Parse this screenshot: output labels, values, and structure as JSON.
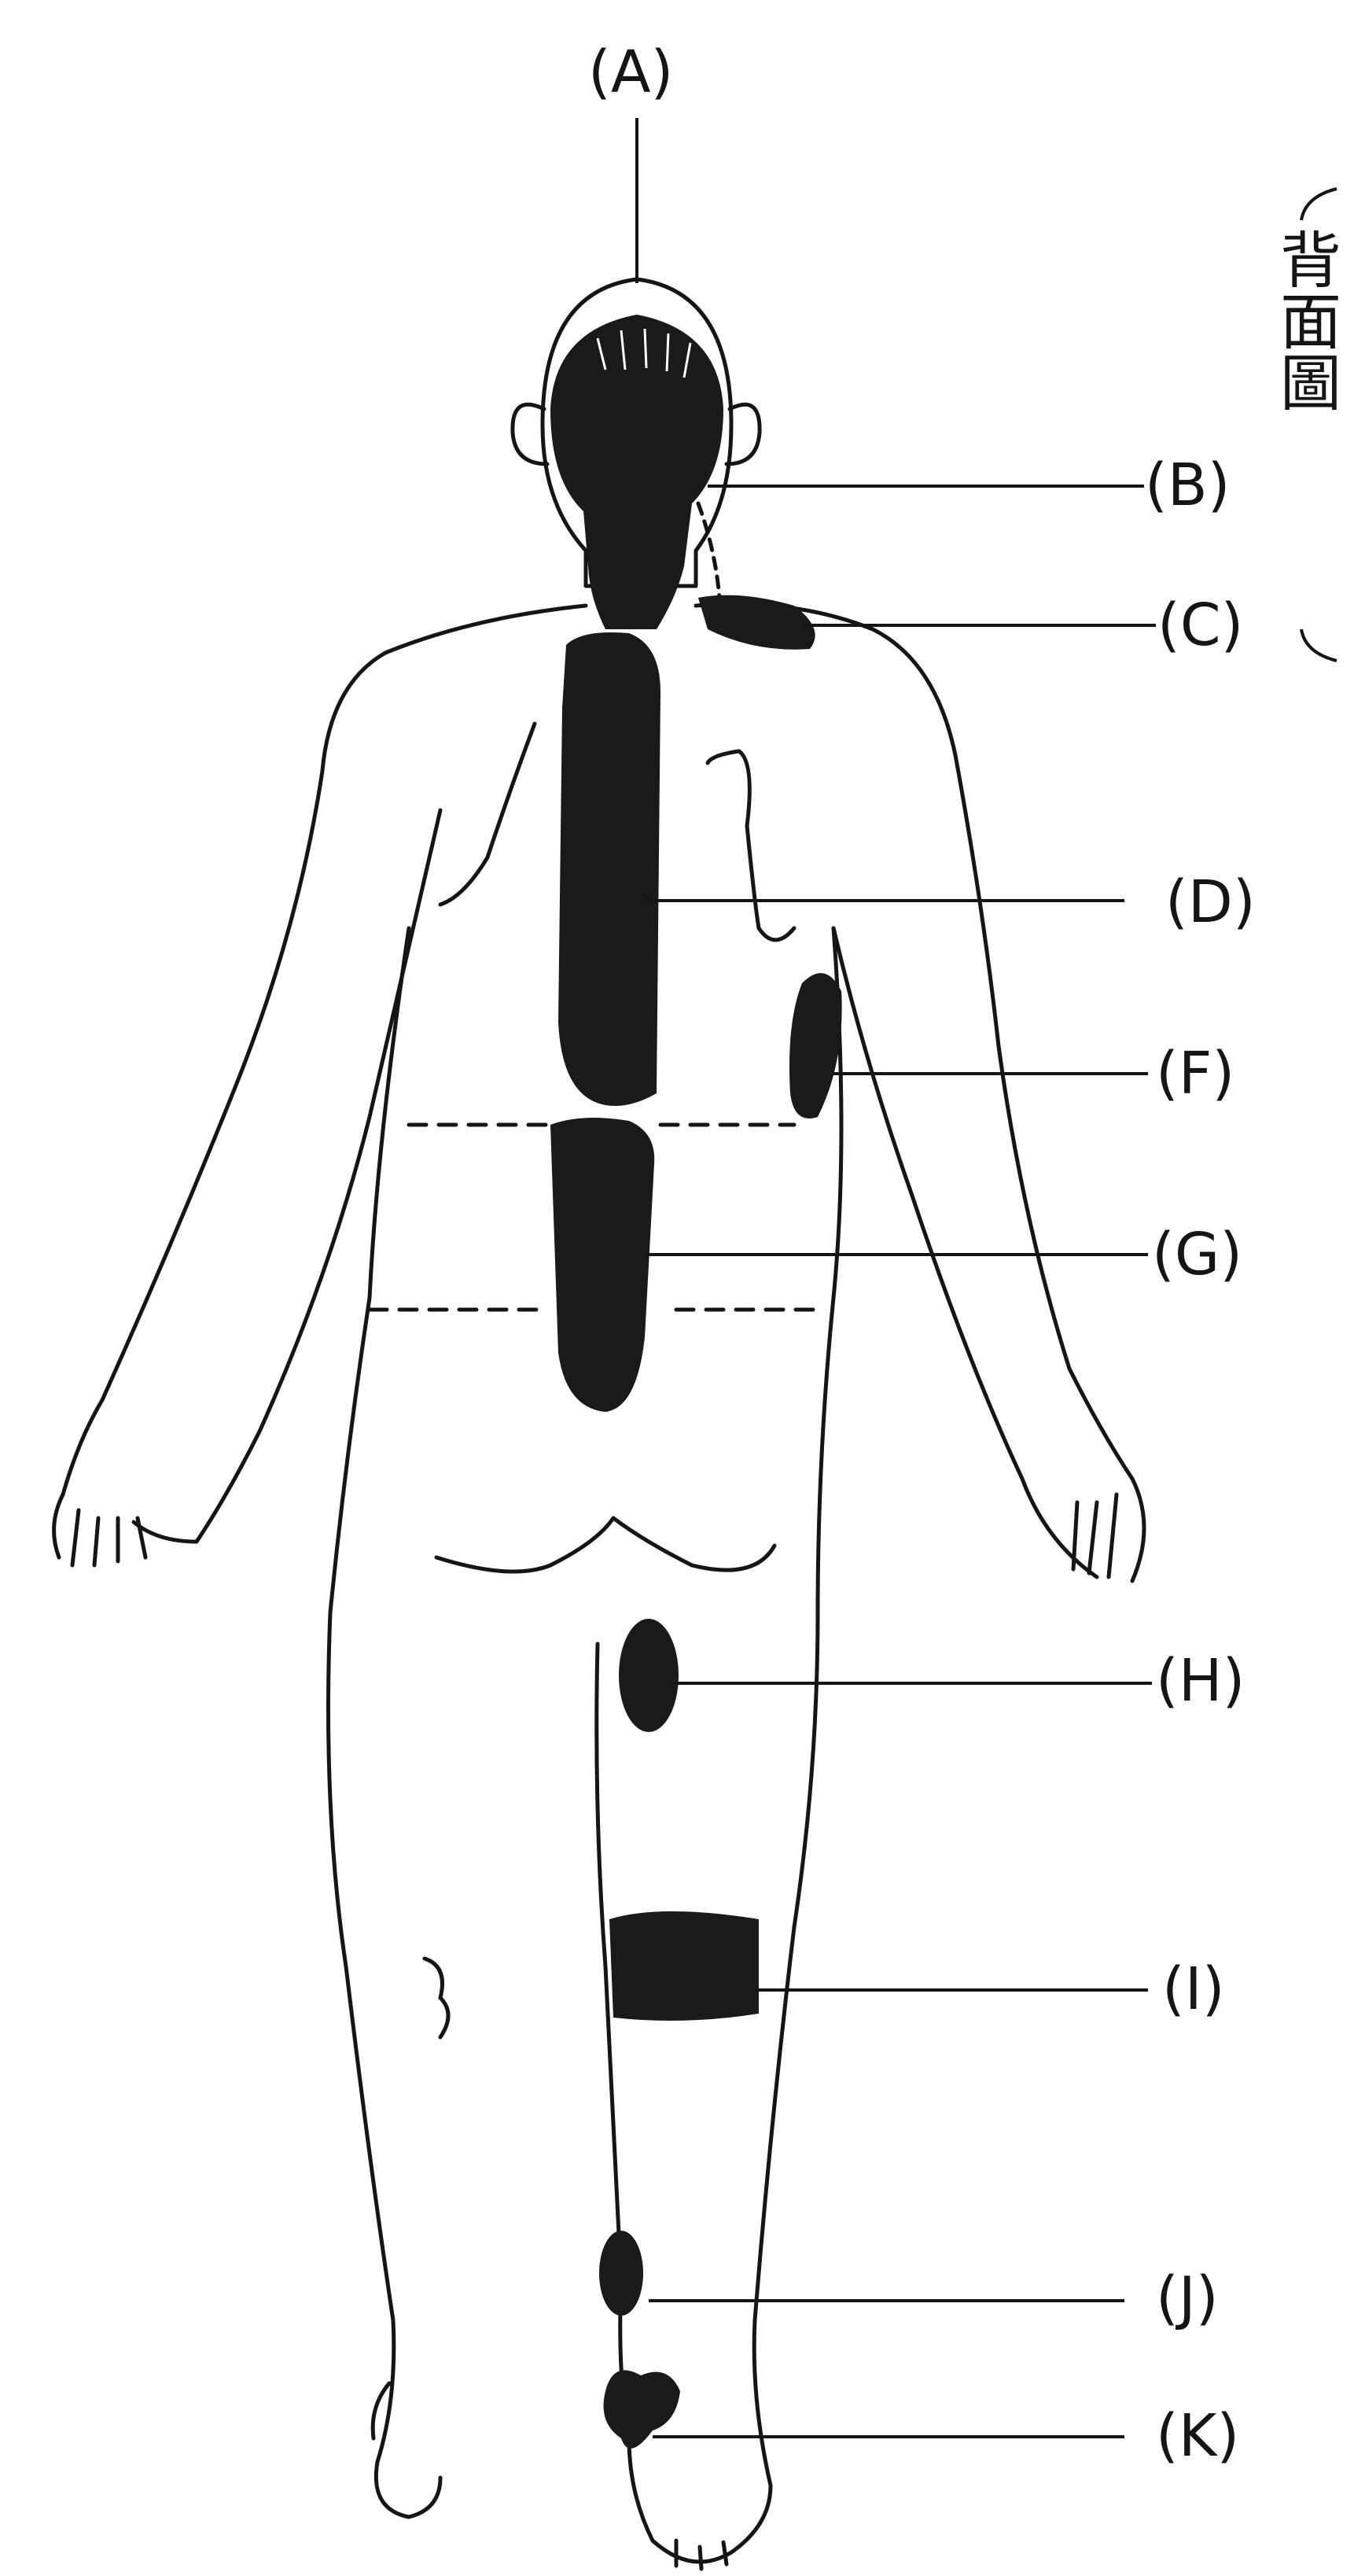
{
  "title": "背面圖",
  "colors": {
    "ink": "#151515",
    "fill": "#1a1a1a",
    "paper": "#ffffff"
  },
  "labels": {
    "A": "(A)",
    "B": "(B)",
    "C": "(C)",
    "D": "(D)",
    "F": "(F)",
    "G": "(G)",
    "H": "(H)",
    "I": "(I)",
    "J": "(J)",
    "K": "(K)"
  }
}
